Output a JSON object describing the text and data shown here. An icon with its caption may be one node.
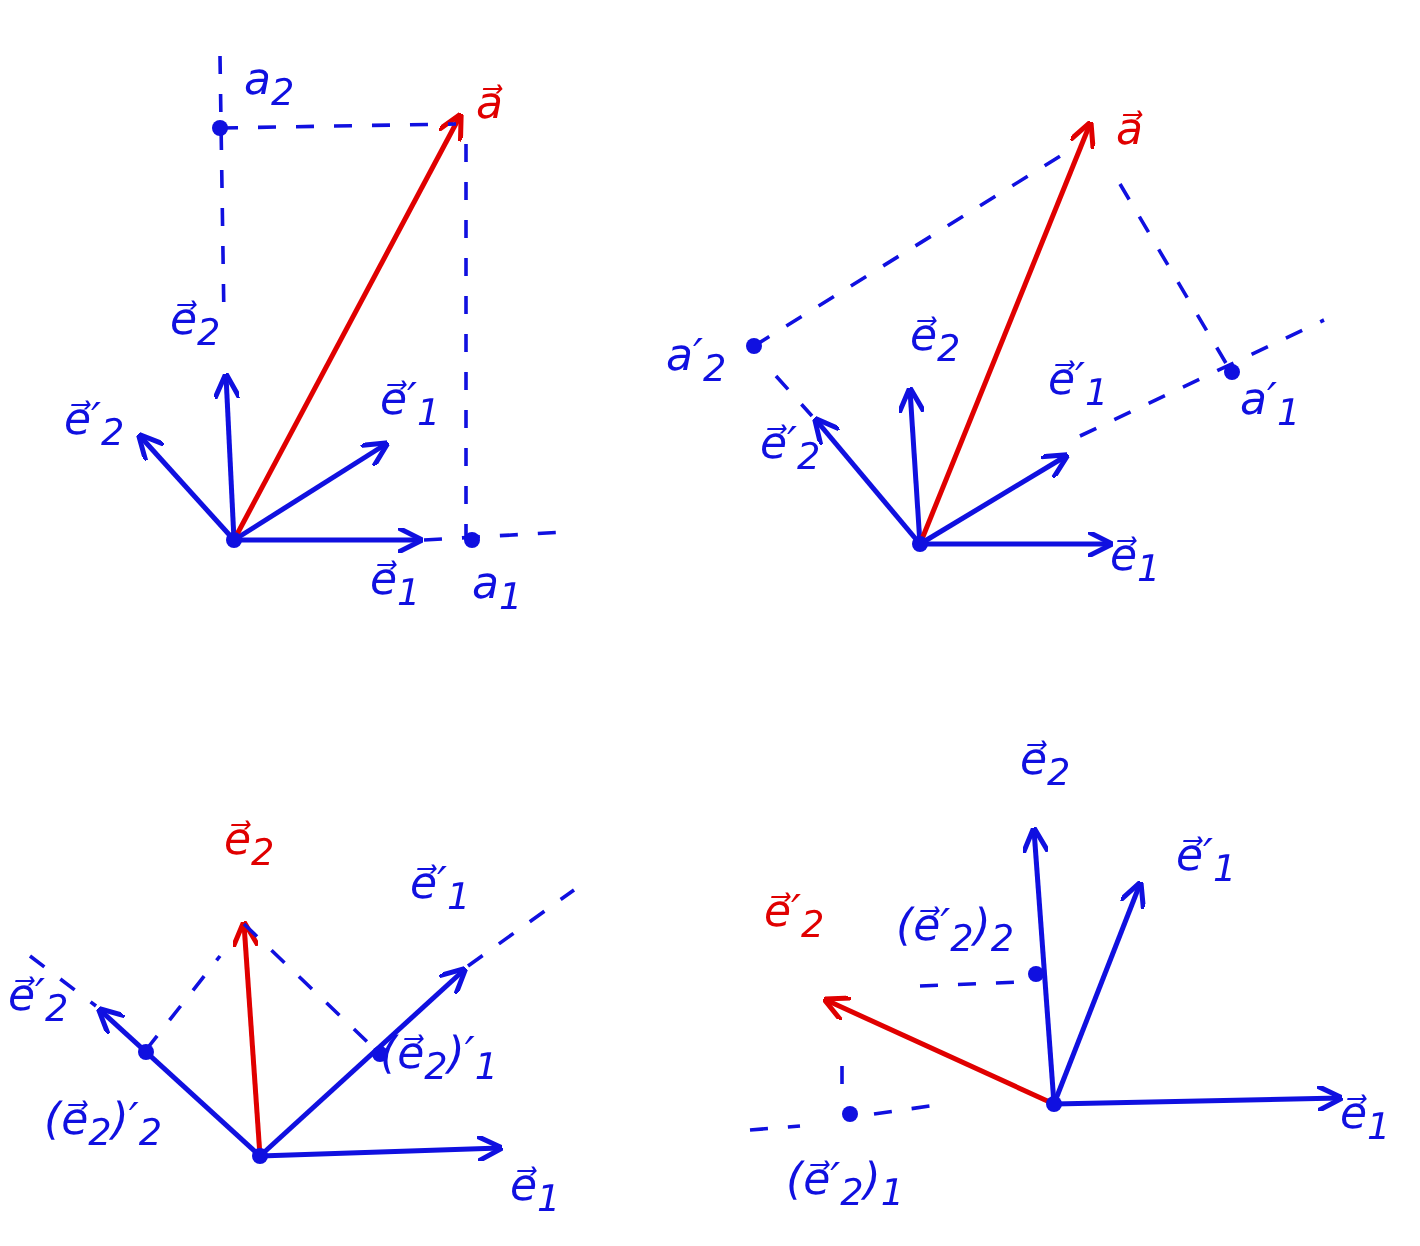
{
  "diagram": {
    "labels": [
      "a$_{2}$",
      "a⃗",
      "e⃗$_{2}$",
      "e⃗′$_{2}$",
      "e⃗′$_{1}$",
      "e⃗$_{1}$",
      "a$_{1}$",
      "a⃗",
      "a′$_{2}$",
      "e⃗$_{2}$",
      "e⃗′$_{1}$",
      "a′$_{1}$",
      "e⃗′$_{2}$",
      "e⃗$_{1}$",
      "e⃗$_{2}$",
      "e⃗′$_{1}$",
      "e⃗′$_{2}$",
      "(e⃗$_{2}$)′$_{1}$",
      "(e⃗$_{2}$)′$_{2}$",
      "e⃗$_{1}$",
      "e⃗$_{2}$",
      "e⃗′$_{1}$",
      "e⃗′$_{2}$",
      "(e⃗′$_{2}$)$_{2}$",
      "e⃗$_{1}$",
      "(e⃗′$_{2}$)$_{1}$"
    ]
  }
}
